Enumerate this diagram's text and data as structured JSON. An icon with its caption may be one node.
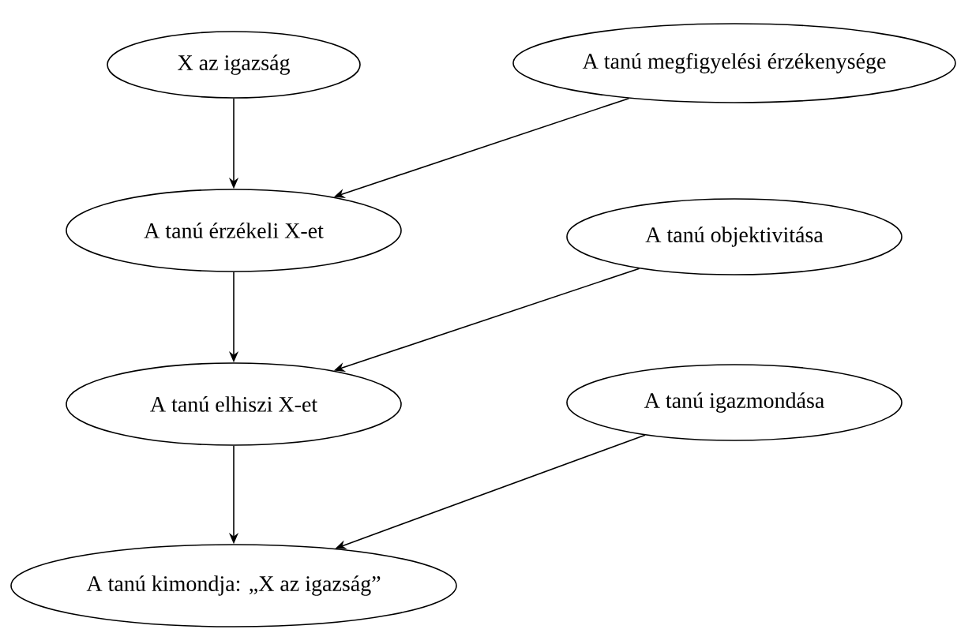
{
  "diagram": {
    "nodes": [
      {
        "text": [
          "X az igazság"
        ]
      },
      {
        "text": [
          "A tanú megfigyelési érzékenysége"
        ]
      },
      {
        "text": [
          "A tanú érzékeli X-et"
        ]
      },
      {
        "text": [
          "A tanú objektivitása"
        ]
      },
      {
        "text": [
          "A tanú elhiszi X-et"
        ]
      },
      {
        "text": [
          "A tanú igazmondása"
        ]
      },
      {
        "text": [
          "A tanú kimondja: „X az igazság”"
        ]
      }
    ],
    "edges": [
      {
        "from": 0,
        "to": 2,
        "arrow": "to"
      },
      {
        "from": 1,
        "to": 2,
        "arrow": "to"
      },
      {
        "from": 2,
        "to": 4,
        "arrow": "to"
      },
      {
        "from": 3,
        "to": 4,
        "arrow": "to"
      },
      {
        "from": 4,
        "to": 6,
        "arrow": "to"
      },
      {
        "from": 5,
        "to": 6,
        "arrow": "to"
      }
    ]
  }
}
